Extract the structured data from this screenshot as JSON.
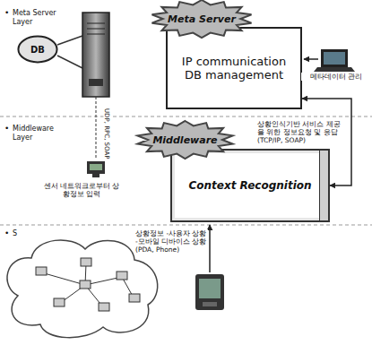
{
  "diagram": {
    "nodes": [
      {
        "text": [
          "DB"
        ]
      },
      {
        "text": [
          "Meta Server"
        ]
      },
      {
        "text": [
          "IP communication DB management"
        ]
      },
      {
        "text": [
          "Middleware"
        ]
      },
      {
        "text": [
          "Context Recognition"
        ]
      }
    ],
    "edges": [
      {
        "from": 4,
        "to": 2,
        "arrow": "both"
      }
    ],
    "labels": [
      "•",
      "Meta Server Layer",
      "UDP, RPC, SOAP",
      "메타데이터 관리",
      "•",
      "Middleware Layer",
      "센서 네트워크로부터 상황정보 입력",
      "상황인식기반 서비스 제공을 위한 정보요청 및 응답 (TCP/IP, SOAP)",
      "•",
      "S",
      "상황정보 -사용자 상황 -모바일 디바이스 상황 (PDA, Phone)"
    ]
  }
}
